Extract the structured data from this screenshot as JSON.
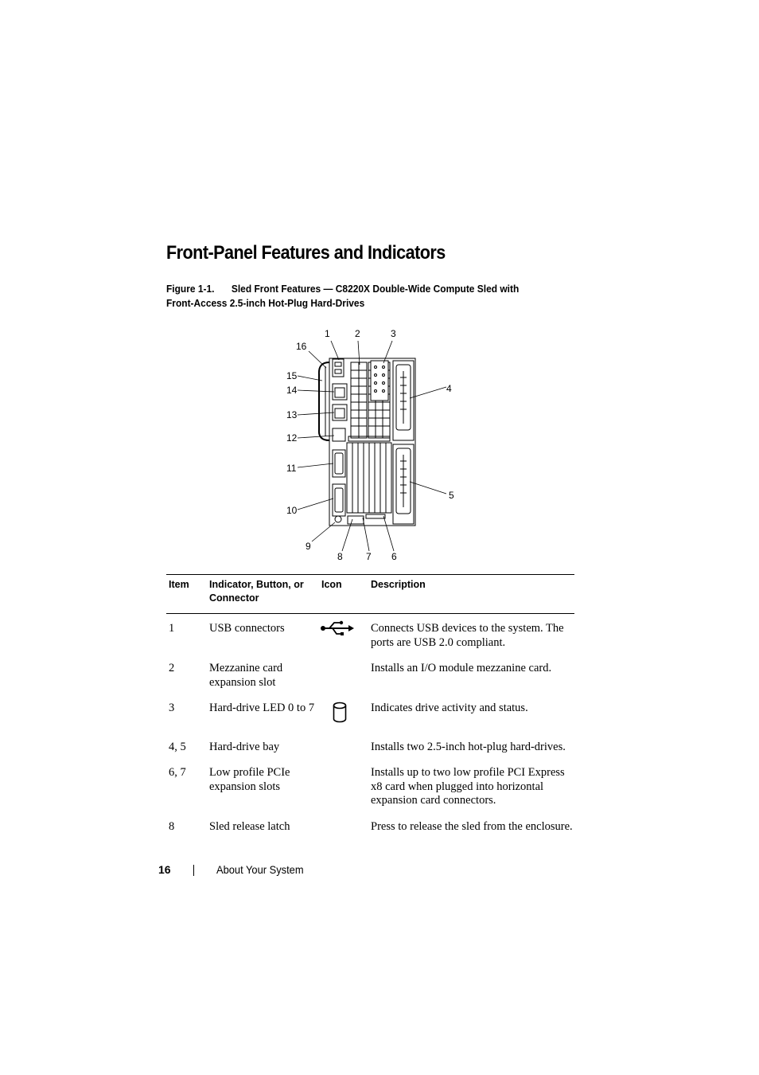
{
  "page": {
    "heading": "Front-Panel Features and Indicators",
    "figure_caption": {
      "number": "Figure 1-1.",
      "line1": "Sled Front Features — C8220X Double-Wide Compute Sled with",
      "line2": "Front-Access 2.5-inch Hot-Plug Hard-Drives"
    },
    "callouts": [
      "1",
      "2",
      "3",
      "4",
      "5",
      "6",
      "7",
      "8",
      "9",
      "10",
      "11",
      "12",
      "13",
      "14",
      "15",
      "16"
    ],
    "table": {
      "headers": {
        "item": "Item",
        "indicator_line1": "Indicator, Button, or",
        "indicator_line2": "Connector",
        "icon": "Icon",
        "description": "Description"
      },
      "rows": [
        {
          "item": "1",
          "name": "USB connectors",
          "icon": "usb-icon",
          "description": "Connects USB devices to the system. The ports are USB 2.0 compliant."
        },
        {
          "item": "2",
          "name": "Mezzanine card expansion slot",
          "icon": "",
          "description": "Installs an I/O module mezzanine card."
        },
        {
          "item": "3",
          "name": "Hard-drive LED 0 to 7",
          "icon": "hard-drive-icon",
          "description": "Indicates drive activity and status."
        },
        {
          "item": "4, 5",
          "name": "Hard-drive bay",
          "icon": "",
          "description": "Installs two 2.5-inch hot-plug hard-drives."
        },
        {
          "item": "6, 7",
          "name": "Low profile PCIe expansion slots",
          "icon": "",
          "description": "Installs up to two low profile PCI Express x8 card when plugged into horizontal expansion card connectors."
        },
        {
          "item": "8",
          "name": "Sled release latch",
          "icon": "",
          "description": "Press to release the sled from the enclosure."
        }
      ]
    },
    "footer": {
      "page_number": "16",
      "section": "About Your System"
    }
  }
}
